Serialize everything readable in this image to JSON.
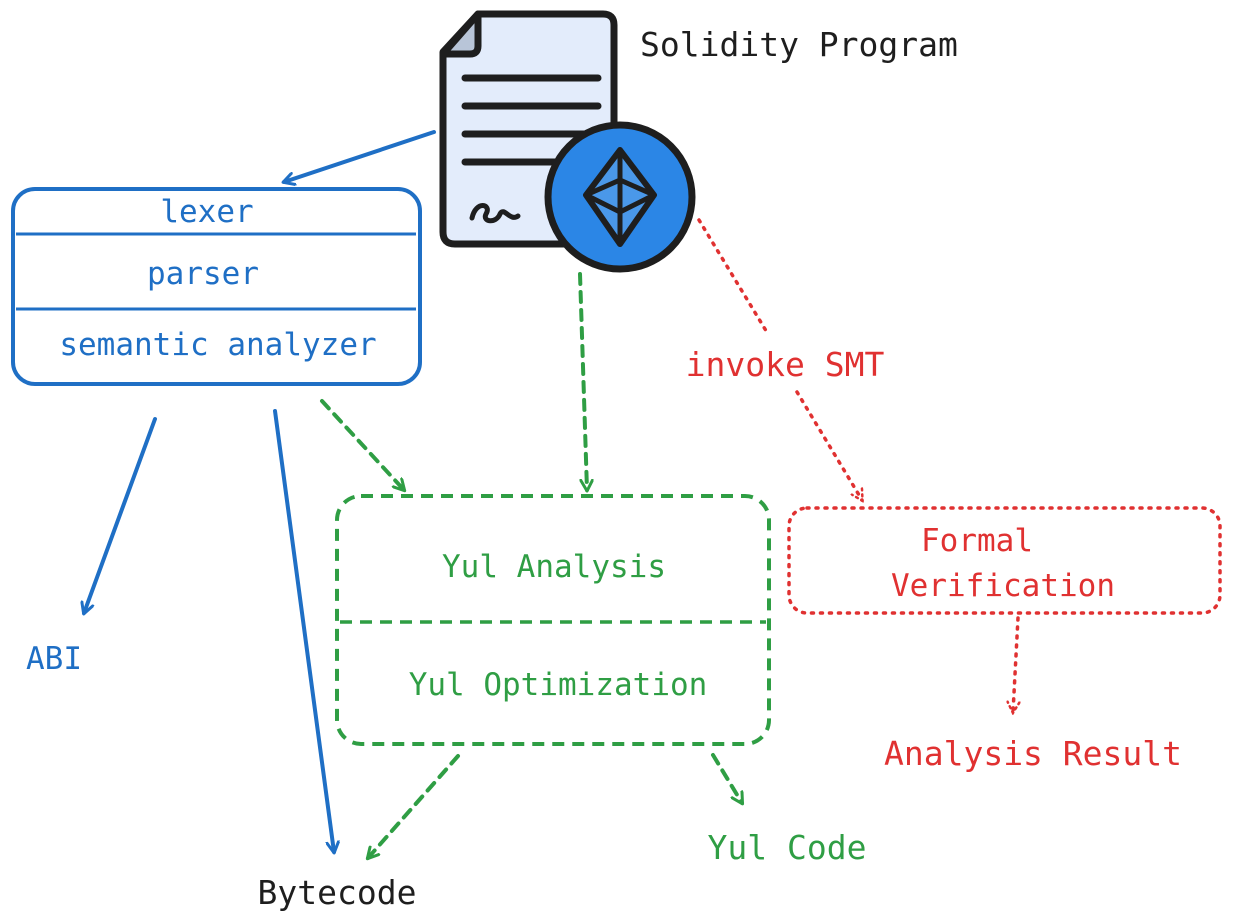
{
  "title": "Solidity Program",
  "frontend": {
    "lexer": "lexer",
    "parser": "parser",
    "semantic": "semantic analyzer"
  },
  "yul": {
    "analysis": "Yul Analysis",
    "optimization": "Yul Optimization"
  },
  "formal": {
    "line1": "Formal",
    "line2": "Verification"
  },
  "edges": {
    "invoke_smt": "invoke SMT"
  },
  "outputs": {
    "abi": "ABI",
    "bytecode": "Bytecode",
    "yul_code": "Yul Code",
    "analysis_result": "Analysis Result"
  },
  "colors": {
    "blue": "#1f6fc5",
    "green": "#2f9e44",
    "red": "#e03131",
    "ink": "#1e1e1e",
    "doc_fill": "#e3ecfb",
    "eth_fill": "#2b86e6"
  },
  "icons": [
    "document-icon",
    "ethereum-icon"
  ]
}
